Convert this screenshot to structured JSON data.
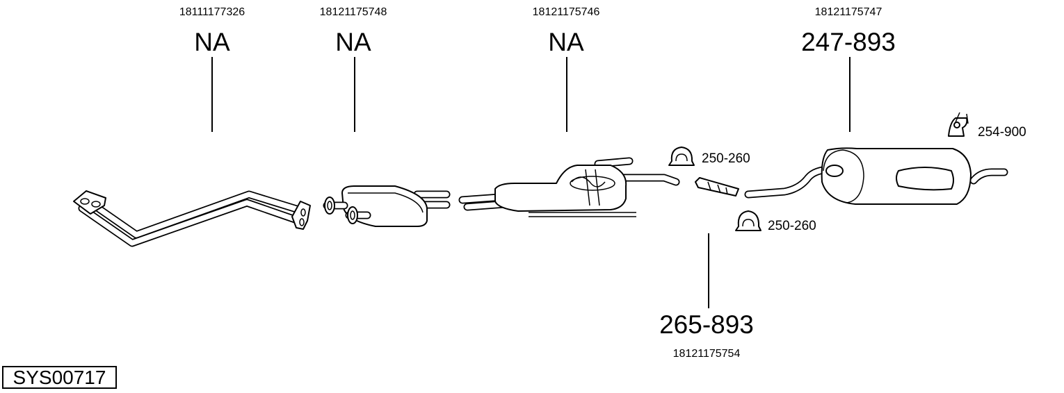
{
  "system_code": "SYS00717",
  "parts": [
    {
      "oem": "18111177326",
      "number": "NA"
    },
    {
      "oem": "18121175748",
      "number": "NA"
    },
    {
      "oem": "18121175746",
      "number": "NA"
    },
    {
      "oem": "18121175747",
      "number": "247-893"
    },
    {
      "oem": "18121175754",
      "number": "265-893"
    }
  ],
  "accessories": [
    {
      "number": "250-260"
    },
    {
      "number": "250-260"
    },
    {
      "number": "254-900"
    }
  ]
}
